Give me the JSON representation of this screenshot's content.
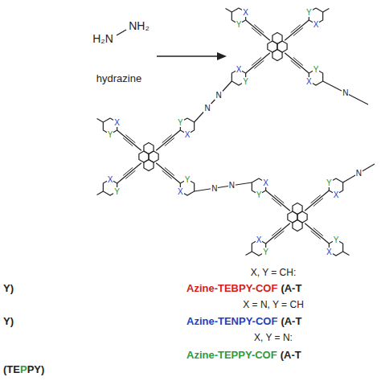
{
  "diagram": {
    "labels": [
      "H₂N",
      "NH₂",
      "hydrazine",
      "X",
      "Y",
      "X",
      "Y",
      "X",
      "Y",
      "X",
      "Y",
      "X",
      "Y",
      "X",
      "Y",
      "X",
      "Y",
      "X",
      "Y",
      "X",
      "Y",
      "X",
      "Y",
      "X",
      "Y",
      "X",
      "Y",
      "N",
      "N",
      "N",
      "N",
      "N",
      "N",
      "X, Y = CH:",
      "Azine-TEBPY-COF",
      "(A-T",
      "X = N, Y = CH",
      "Azine-TENPY-COF",
      "(A-T",
      "X, Y = N:",
      "Azine-TEPPY-COF",
      "(A-T",
      "Y)",
      "Y)",
      "(TE",
      "P",
      "PY)"
    ]
  }
}
